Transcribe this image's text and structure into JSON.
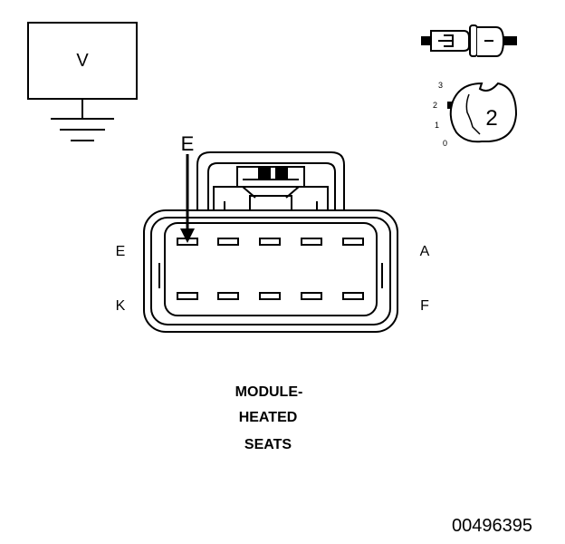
{
  "meter": {
    "label": "V"
  },
  "arrow": {
    "label": "E"
  },
  "connector": {
    "corner_labels": {
      "top_left": "E",
      "top_right": "A",
      "bottom_left": "K",
      "bottom_right": "F"
    }
  },
  "switch": {
    "scale": [
      "3",
      "2",
      "1",
      "0"
    ],
    "setting": "2"
  },
  "component": {
    "lines": [
      "MODULE-",
      "HEATED",
      "SEATS"
    ]
  },
  "figure": {
    "id": "00496395"
  }
}
